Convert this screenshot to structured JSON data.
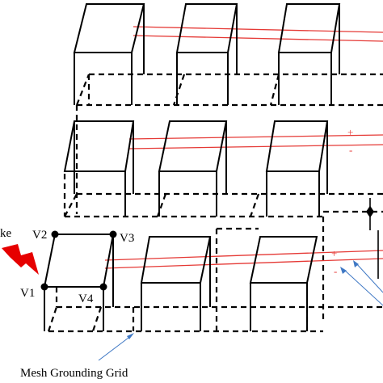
{
  "labels": {
    "strike": "ke",
    "v1": "V1",
    "v2": "V2",
    "v3": "V3",
    "v4": "V4",
    "grid": "Mesh Grounding Grid",
    "plus_mid": "+",
    "minus_mid": "-",
    "plus_bottom": "+",
    "minus_bottom": "-"
  },
  "colors": {
    "structure": "#000000",
    "wire": "#e53935",
    "lightning": "#e60000",
    "arrow": "#3f78c4"
  },
  "icons": {
    "lightning": "lightning-bolt-icon"
  }
}
